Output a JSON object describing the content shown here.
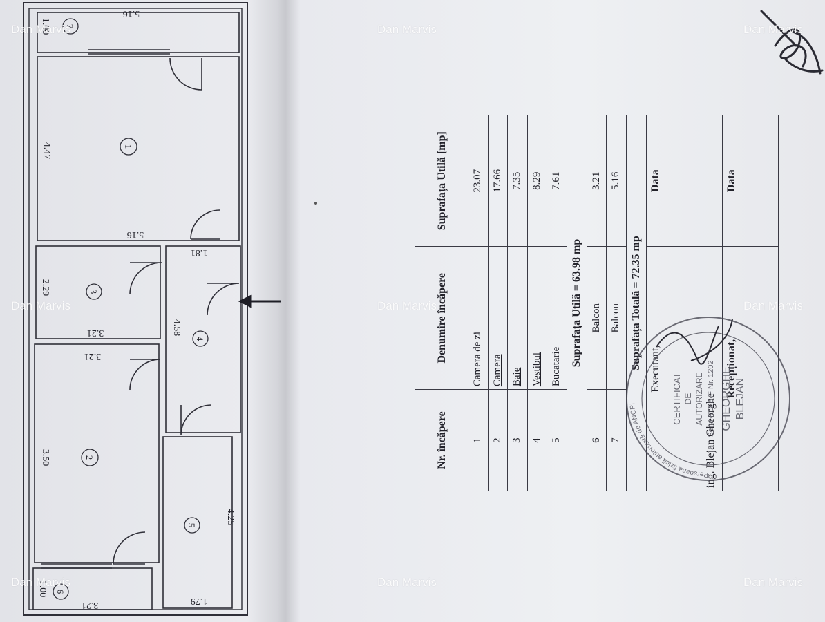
{
  "plan": {
    "rooms": [
      {
        "id": "1",
        "dims": [
          "4.47",
          "5.16"
        ]
      },
      {
        "id": "2",
        "dims": [
          "3.50",
          "3.21"
        ]
      },
      {
        "id": "3",
        "dims": [
          "2.29",
          "3.21"
        ]
      },
      {
        "id": "4",
        "dims": [
          "4.58",
          "1.81"
        ]
      },
      {
        "id": "5",
        "dims": [
          "4.25",
          "1.79"
        ]
      },
      {
        "id": "6",
        "dims": [
          "1.00",
          "3.21"
        ]
      },
      {
        "id": "7",
        "dims": [
          "1.00",
          "5.16"
        ]
      }
    ]
  },
  "table": {
    "headers": [
      "Nr. încăpere",
      "Denumire încăpere",
      "Suprafața Utilă [mp]"
    ],
    "rows": [
      {
        "nr": "1",
        "name": "Camera de zi",
        "area": "23.07"
      },
      {
        "nr": "2",
        "name": "Camera",
        "area": "17.66"
      },
      {
        "nr": "3",
        "name": "Baie",
        "area": "7.35"
      },
      {
        "nr": "4",
        "name": "Vestibul",
        "area": "8.29"
      },
      {
        "nr": "5",
        "name": "Bucatarie",
        "area": "7.61"
      }
    ],
    "subtotal": "Suprafața Utilă = 63.98 mp",
    "balcony_rows": [
      {
        "nr": "6",
        "name": "Balcon",
        "area": "3.21"
      },
      {
        "nr": "7",
        "name": "Balcon",
        "area": "5.16"
      }
    ],
    "total": "Suprafața Totală = 72.35 mp",
    "executant_label": "Executant,",
    "executant_name": "ing. Blejan Gheorghe",
    "date_label_1": "Data",
    "receptionat_label": "Recepționat,",
    "date_label_2": "Data"
  },
  "stamp": {
    "lines": [
      "CERTIFICAT",
      "DE",
      "AUTORIZARE",
      "Seria RO-B-F Nr. 1202",
      "GHEORGHE",
      "BLEJAN"
    ],
    "ring_text": "Persoana fizică autorizată de ANCPI"
  },
  "watermark": "Dan Marvis"
}
